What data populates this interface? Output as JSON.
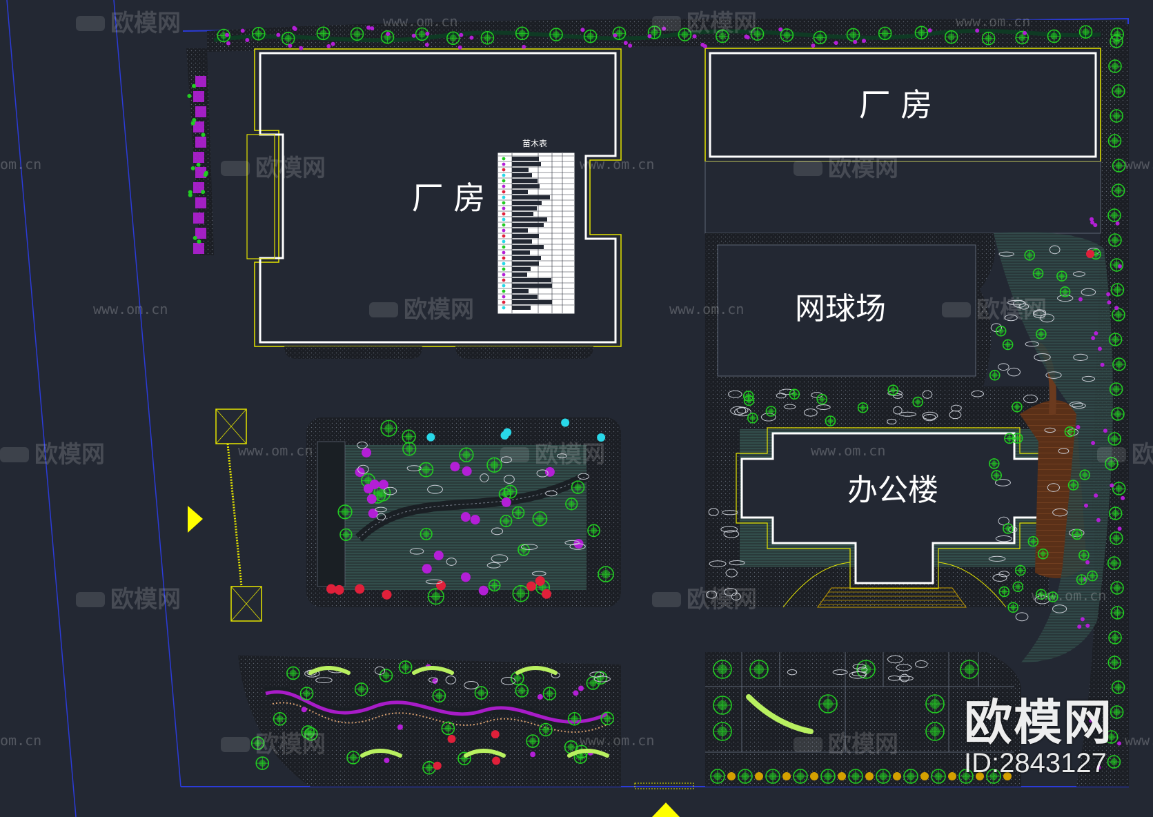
{
  "plan": {
    "buildings": {
      "factory_left": "厂 房",
      "factory_right": "厂 房",
      "tennis_court": "网球场",
      "office_building": "办公楼"
    },
    "schedule_title": "苗木表"
  },
  "watermark": {
    "brand_text": "欧模网",
    "url_text": "www.om.cn",
    "url_short": "om.cn"
  },
  "brand": {
    "logo": "欧模网",
    "id": "ID:2843127"
  },
  "colors": {
    "background": "#232833",
    "building_outline": "#ffffff",
    "building_trim": "#e6e600",
    "boundary": "#2b3bd8",
    "plant_green": "#22cc22",
    "plant_magenta": "#b31fd6",
    "plant_red": "#e0203a",
    "plant_cyan": "#29d8e8",
    "timber_deck": "#6b3a1e"
  }
}
